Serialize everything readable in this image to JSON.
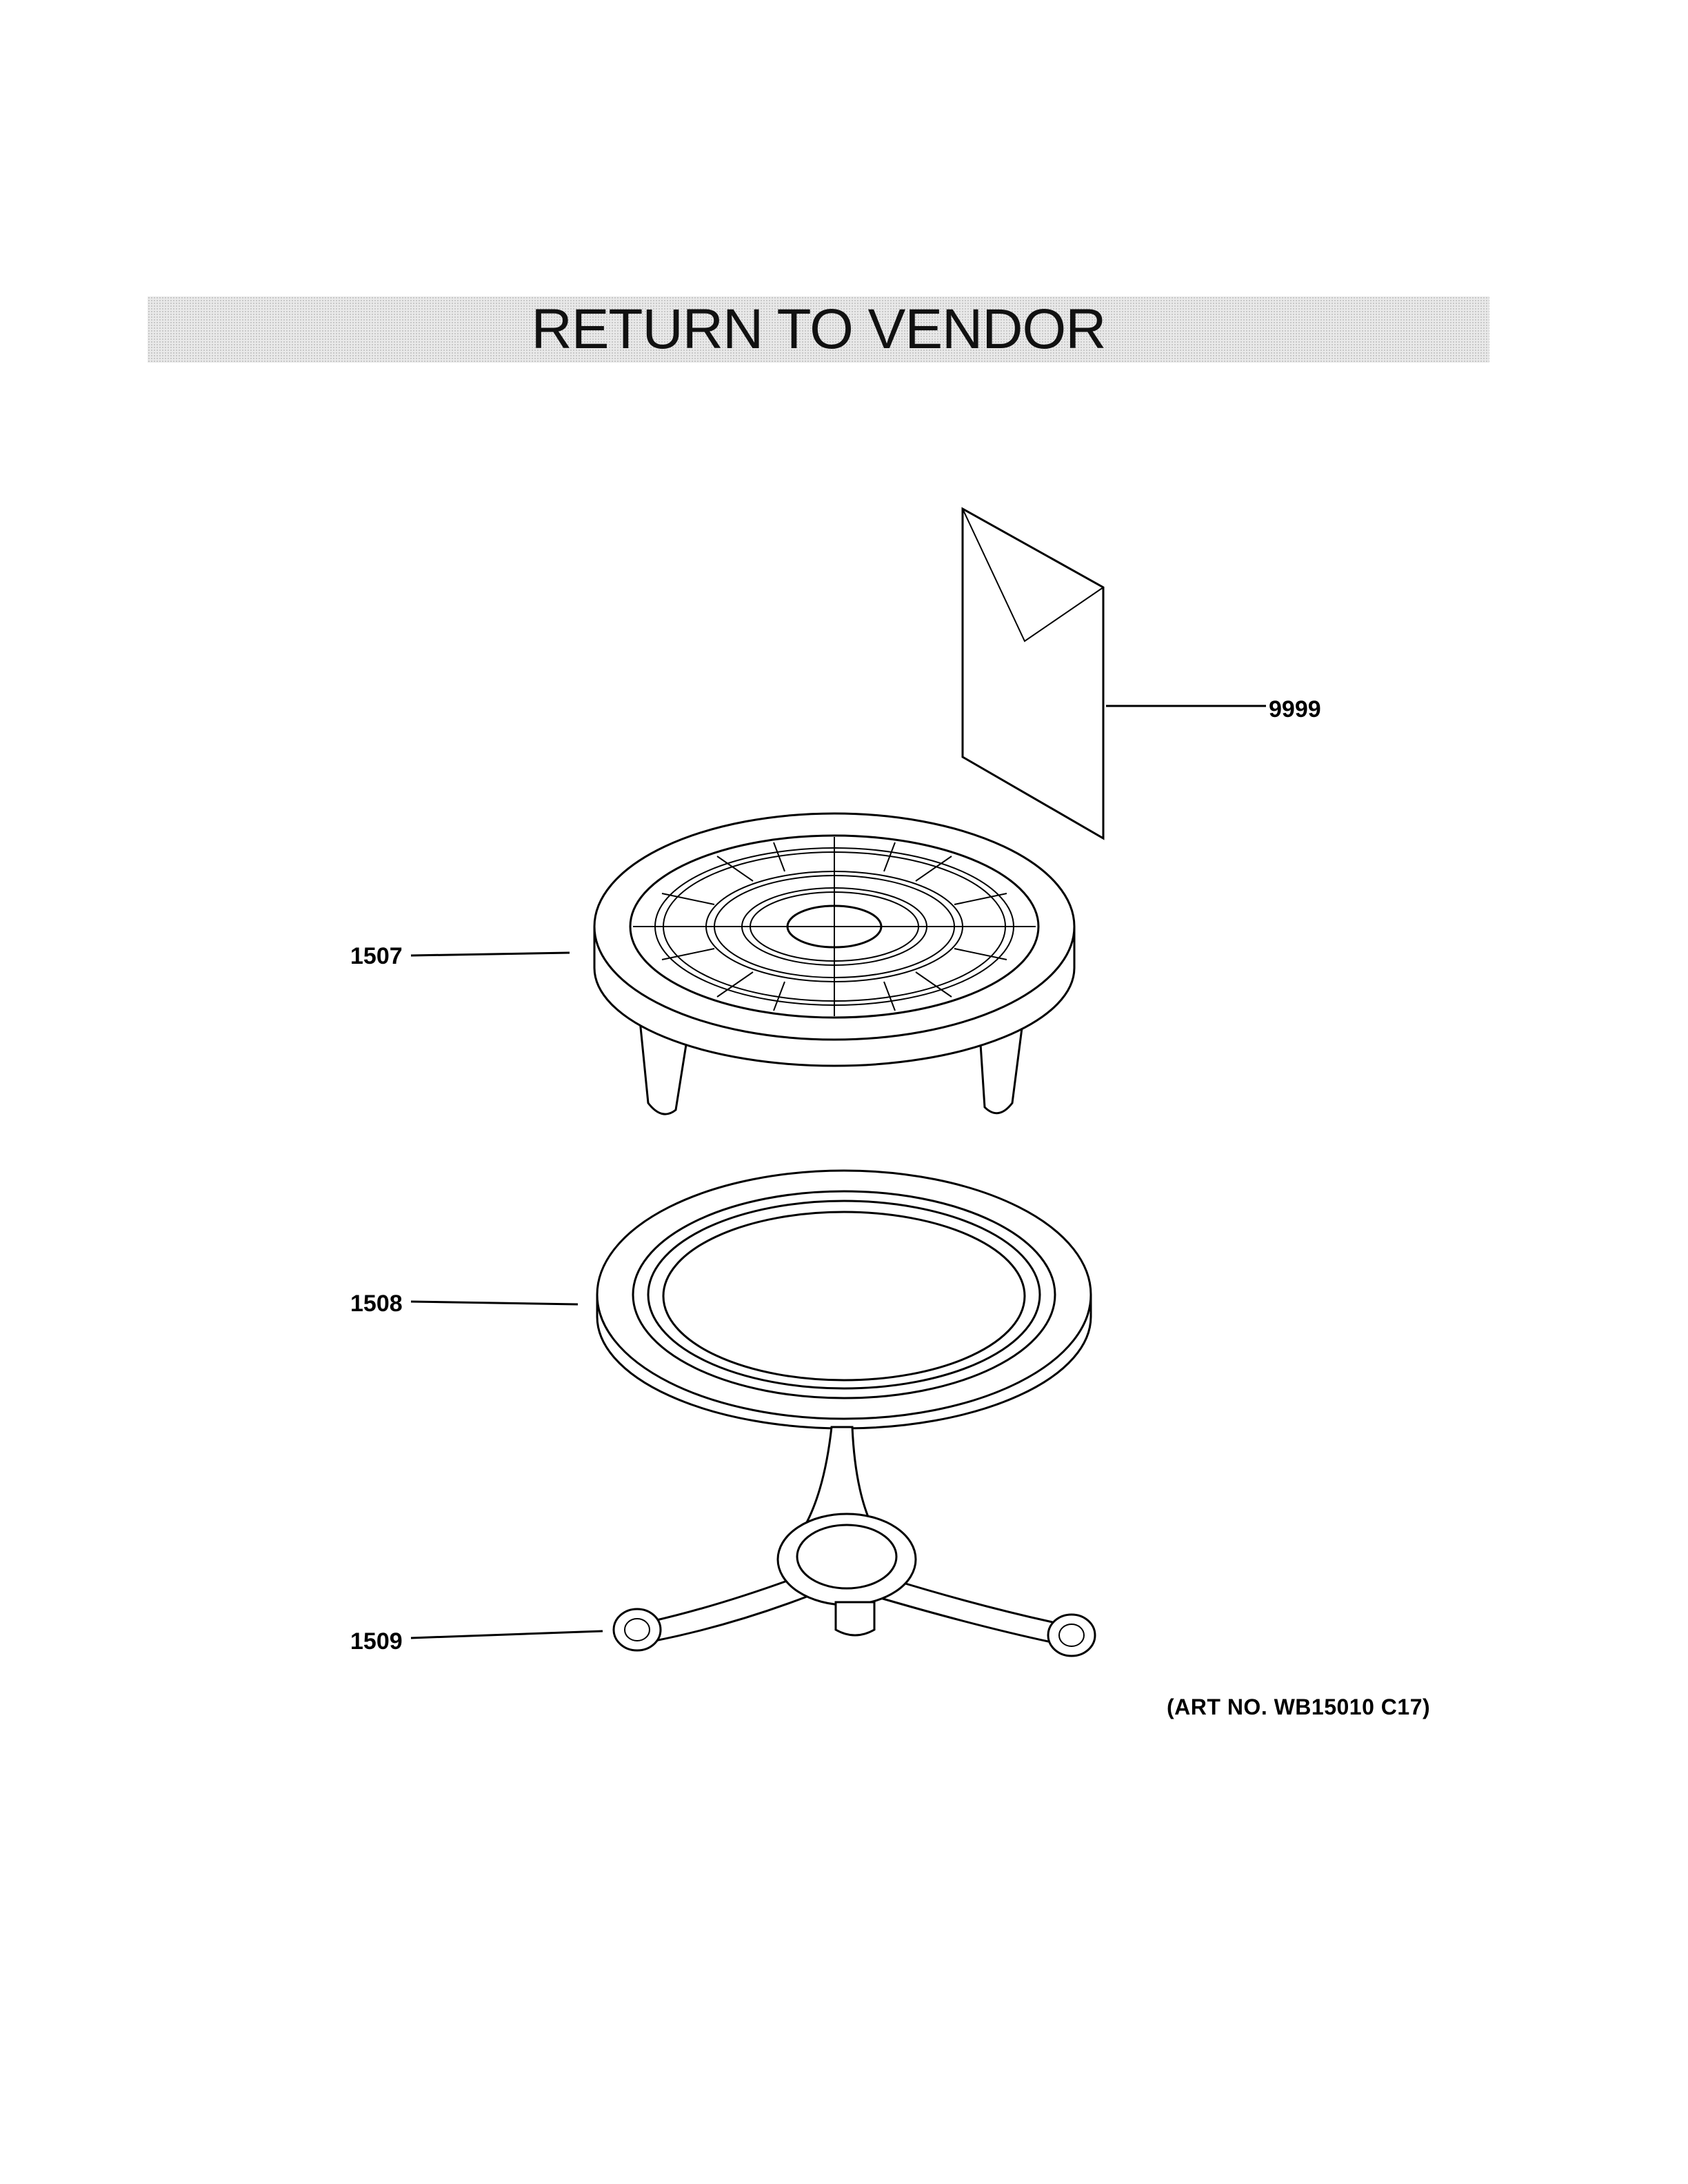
{
  "page_title": "RETURN TO VENDOR",
  "parts": [
    {
      "number": "9999",
      "item": "manual-sheet"
    },
    {
      "number": "1507",
      "item": "rack"
    },
    {
      "number": "1508",
      "item": "glass-tray"
    },
    {
      "number": "1509",
      "item": "roller-support"
    }
  ],
  "art_number": "(ART NO. WB15010 C17)"
}
